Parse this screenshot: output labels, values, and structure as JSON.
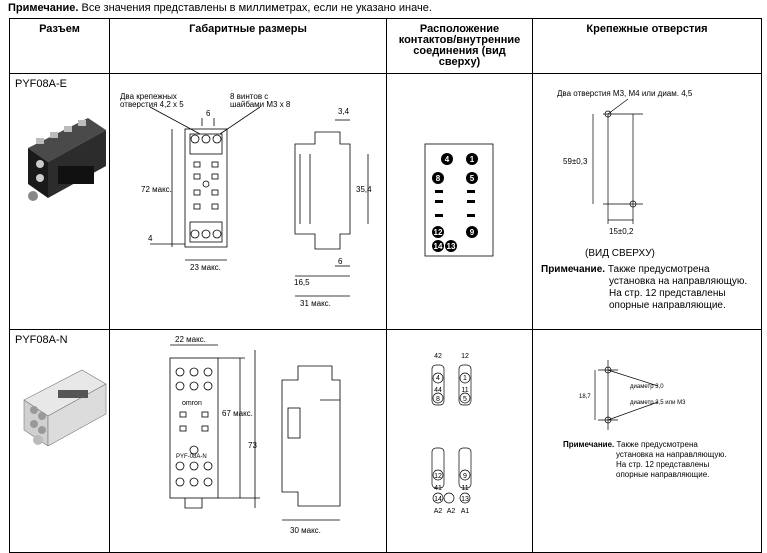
{
  "note": {
    "label": "Примечание.",
    "text": "Все значения представлены в миллиметрах, если не указано иначе."
  },
  "headers": {
    "connector": "Разъем",
    "dimensions": "Габаритные размеры",
    "layout": "Расположение контактов/внутренние соединения (вид сверху)",
    "holes": "Крепежные отверстия"
  },
  "rows": [
    {
      "model": "PYF08A-E",
      "dims": {
        "holes_label_1": "Два крепежных",
        "holes_label_2": "отверстия 4,2 x 5",
        "dim_6_top": "6",
        "screws_1": "8 винтов с",
        "screws_2": "шайбами M3 x 8",
        "dim_34": "3,4",
        "dim_72": "72 макс.",
        "dim_354": "35,4",
        "dim_4": "4",
        "dim_6_side": "6",
        "dim_23": "23 макс.",
        "dim_165": "16,5",
        "dim_31": "31 макс."
      },
      "pins": [
        "4",
        "1",
        "8",
        "5",
        "12",
        "9",
        "14",
        "13"
      ],
      "mount": {
        "holes": "Два отверстия M3, M4 или диам. 4,5",
        "dist": "59±0,3",
        "offset": "15±0,2",
        "view": "(ВИД СВЕРХУ)",
        "note_label": "Примечание.",
        "note_l1": "Также предусмотрена",
        "note_l2": "установка на направляющую.",
        "note_l3": "На стр. 12 представлены",
        "note_l4": "опорные направляющие."
      }
    },
    {
      "model": "PYF08A-N",
      "dims": {
        "dim_22": "22 макс.",
        "brand": "omron",
        "dim_67": "67 макс.",
        "model_label": "PYF-08A-N",
        "dim_73": "73",
        "dim_30": "30 макс."
      },
      "pins": {
        "nums_top": [
          "42",
          "12",
          "44",
          "11",
          "8",
          "5"
        ],
        "inner": [
          "4",
          "1",
          "8",
          "5",
          "12",
          "9",
          "14",
          "13"
        ],
        "nums_41": "41",
        "nums_11": "11",
        "bottom": [
          "A2",
          "A2",
          "A1"
        ]
      },
      "mount": {
        "d1": "диаметр 3,0",
        "d2": "диаметр 3,5 или M3",
        "dist": "18,7",
        "note_label": "Примечание.",
        "note_l1": "Также предусмотрена",
        "note_l2": "установка на направляющую.",
        "note_l3": "На стр. 12 представлены",
        "note_l4": "опорные направляющие."
      }
    }
  ]
}
